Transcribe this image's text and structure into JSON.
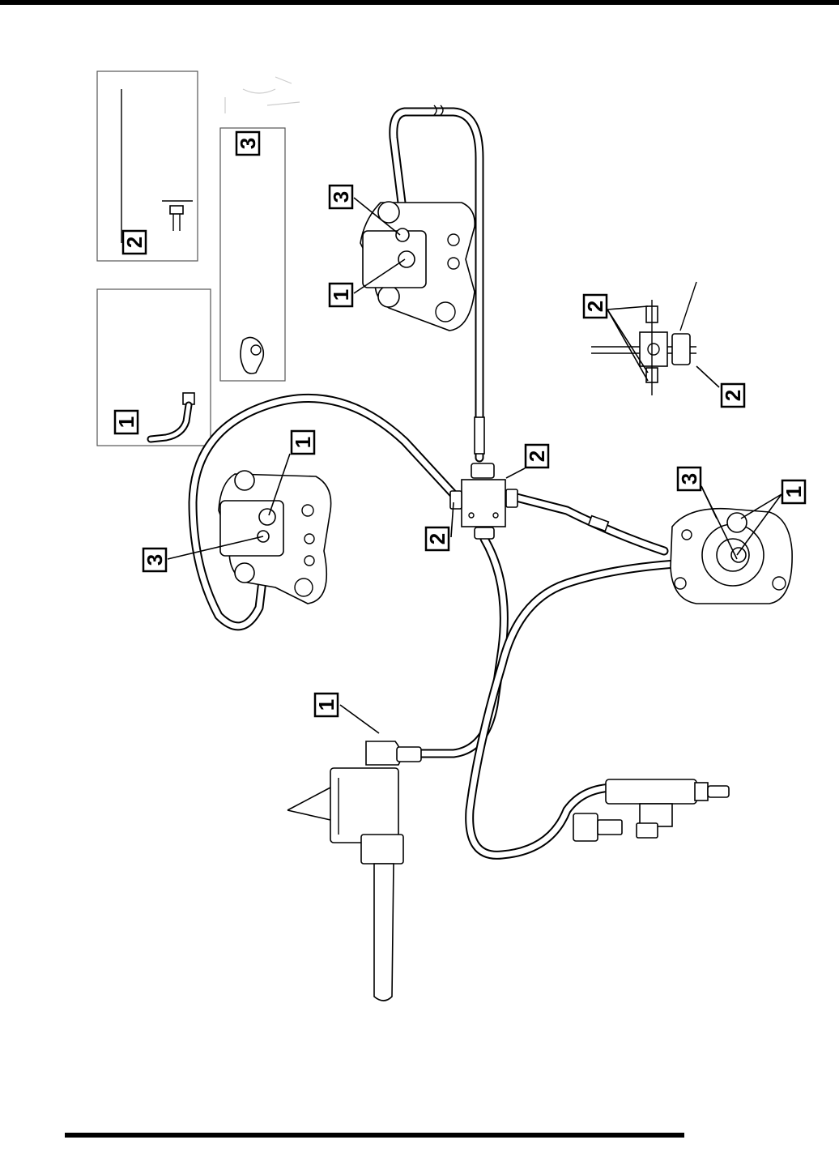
{
  "callouts": {
    "inset_2": "2",
    "inset_3": "3",
    "inset_1": "1",
    "top_caliper_3": "3",
    "top_caliper_1": "1",
    "left_caliper_1": "1",
    "left_caliper_3": "3",
    "junction_top_2": "2",
    "junction_left_2": "2",
    "right_detail_2_top": "2",
    "right_detail_2_bottom": "2",
    "right_caliper_3": "3",
    "right_caliper_1": "1",
    "master_cylinder_1": "1"
  },
  "colors": {
    "line": "#000000",
    "background": "#ffffff"
  }
}
